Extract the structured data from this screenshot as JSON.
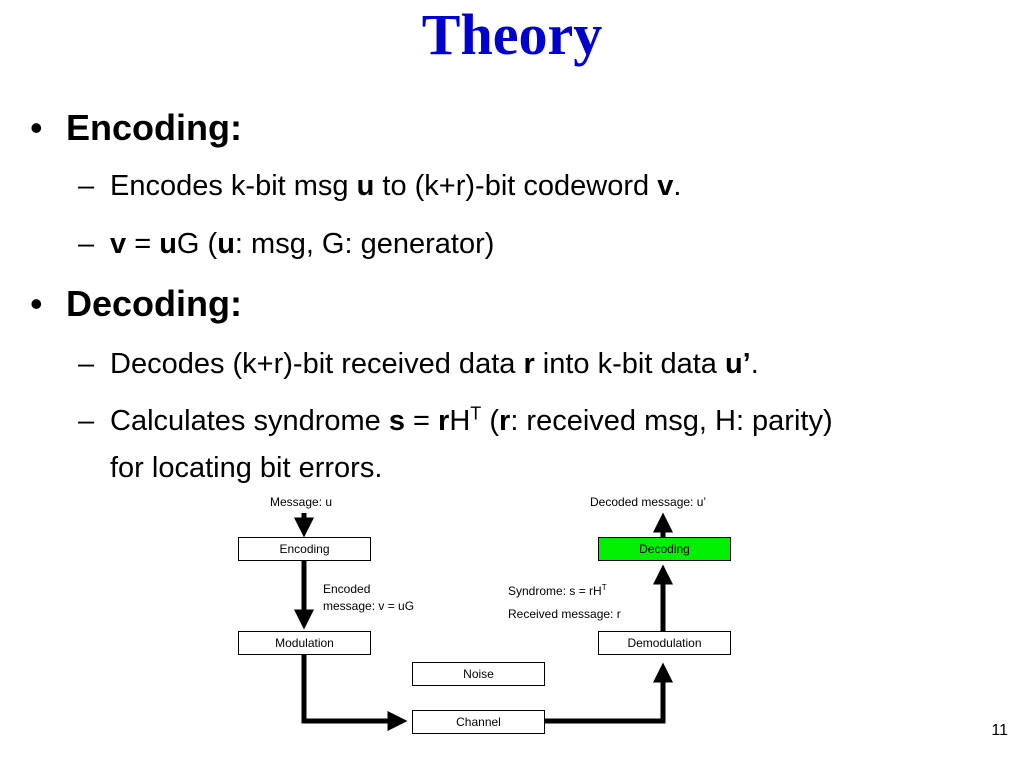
{
  "slide": {
    "title": "Theory",
    "page_number": "11"
  },
  "encoding": {
    "heading": "Encoding:",
    "line1": {
      "pre": "Encodes k-bit msg ",
      "b1": "u",
      "mid": " to (k+r)-bit codeword ",
      "b2": "v",
      "post": "."
    },
    "line2": {
      "b1": "v",
      "eq": " = ",
      "b2": "u",
      "mid": "G (",
      "b3": "u",
      "post": ": msg, G: generator)"
    }
  },
  "decoding": {
    "heading": "Decoding:",
    "line1": {
      "pre": "Decodes (k+r)-bit received data ",
      "b1": "r",
      "mid": " into k-bit data ",
      "b2": "u’",
      "post": "."
    },
    "line2": {
      "pre": "Calculates syndrome ",
      "b1": "s",
      "eq": " = ",
      "b2": "r",
      "h": "H",
      "sup": "T",
      "open": " (",
      "b3": "r",
      "post": ": received msg, H: parity)"
    },
    "line3": "for locating bit errors."
  },
  "diagram": {
    "message_label": "Message: u",
    "decoded_label": "Decoded message: u’",
    "encoding_box": "Encoding",
    "decoding_box": "Decoding",
    "encoded_label_1": "Encoded",
    "encoded_label_2": "message: v = uG",
    "syndrome_label": "Syndrome: s = rH",
    "syndrome_sup": "T",
    "received_label": "Received message: r",
    "modulation_box": "Modulation",
    "demodulation_box": "Demodulation",
    "noise_box": "Noise",
    "channel_box": "Channel",
    "highlight_color": "#00ee00"
  }
}
